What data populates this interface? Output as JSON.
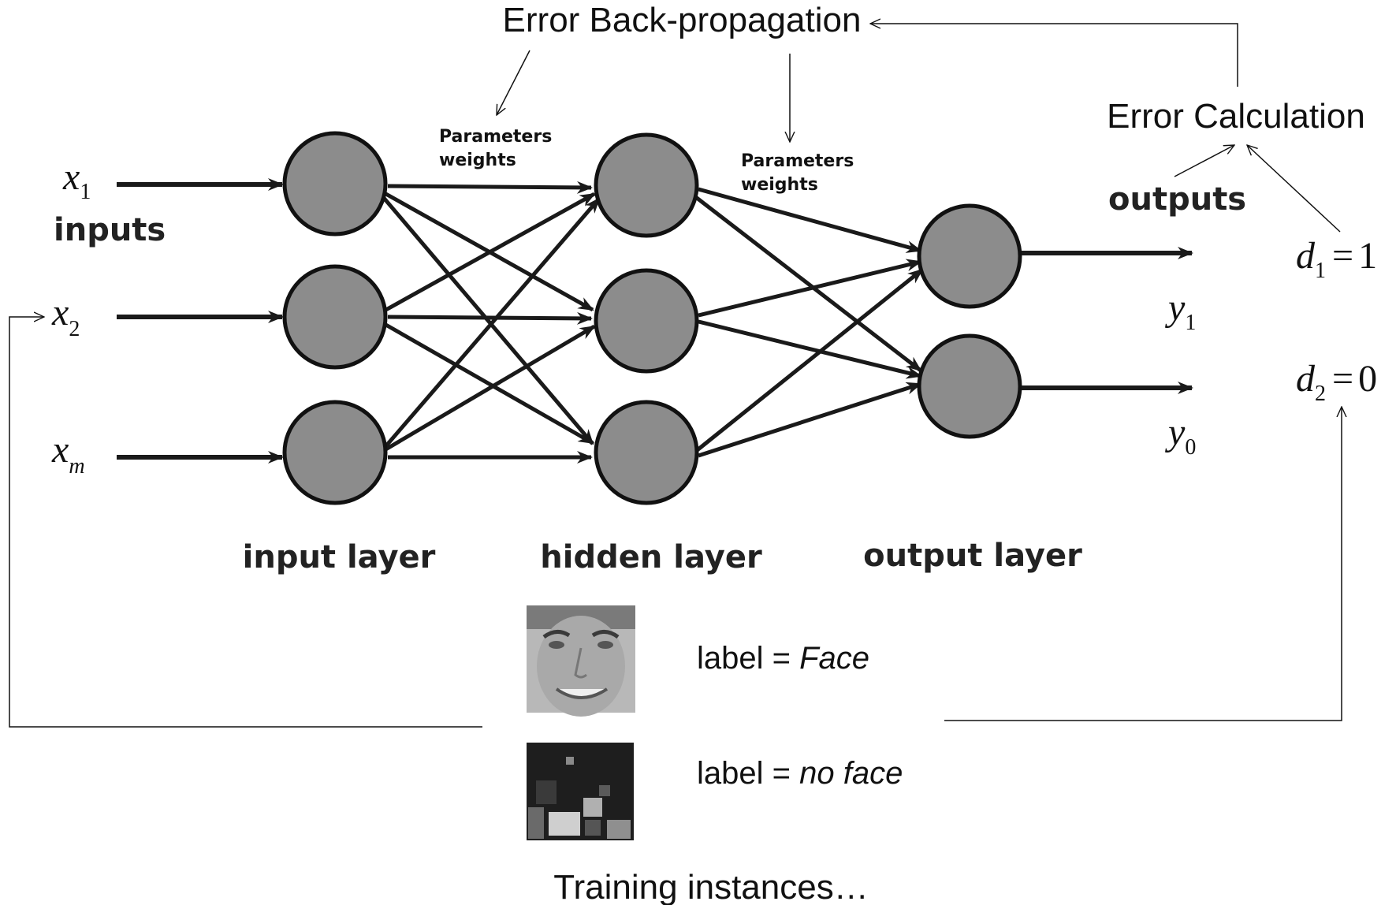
{
  "title": "Error Back-propagation",
  "error_calc": "Error Calculation",
  "params_1": [
    "Parameters",
    "weights"
  ],
  "params_2": [
    "Parameters",
    "weights"
  ],
  "inputs": {
    "label": "inputs",
    "vars": [
      {
        "base": "x",
        "sub": "1"
      },
      {
        "base": "x",
        "sub": "2"
      },
      {
        "base": "x",
        "sub": "m"
      }
    ]
  },
  "layers": [
    "input layer",
    "hidden layer",
    "output layer"
  ],
  "outputs": {
    "label": "outputs",
    "vars": [
      {
        "base": "y",
        "sub": "1"
      },
      {
        "base": "y",
        "sub": "0"
      }
    ],
    "desired": [
      {
        "base": "d",
        "sub": "1",
        "eq": "=",
        "val": "1"
      },
      {
        "base": "d",
        "sub": "2",
        "eq": "=",
        "val": "0"
      }
    ]
  },
  "training": {
    "items": [
      {
        "prefix": "label = ",
        "value": "Face"
      },
      {
        "prefix": "label = ",
        "value": "no face"
      }
    ],
    "caption": "Training instances…"
  },
  "colors": {
    "node_fill": "#8c8c8c",
    "node_stroke": "#111111",
    "line": "#1a1a1a"
  }
}
